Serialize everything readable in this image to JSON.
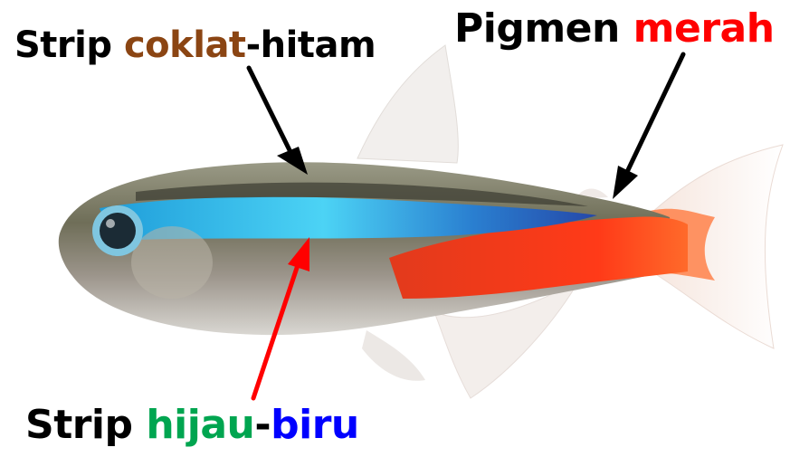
{
  "annotations": {
    "brown_stripe": {
      "word1": "Strip",
      "word2": "coklat",
      "sep": "-",
      "word3": "hitam"
    },
    "red_pigment": {
      "word1": "Pigmen",
      "word2": "merah"
    },
    "green_blue_stripe": {
      "word1": "Strip",
      "word2": "hijau",
      "sep": "-",
      "word3": "biru"
    }
  },
  "colors": {
    "brown": "#8b4513",
    "red": "#ff0000",
    "green": "#00a550",
    "blue": "#0000ff",
    "black": "#000000",
    "arrow_black": "#000000",
    "arrow_red": "#ff0000"
  }
}
